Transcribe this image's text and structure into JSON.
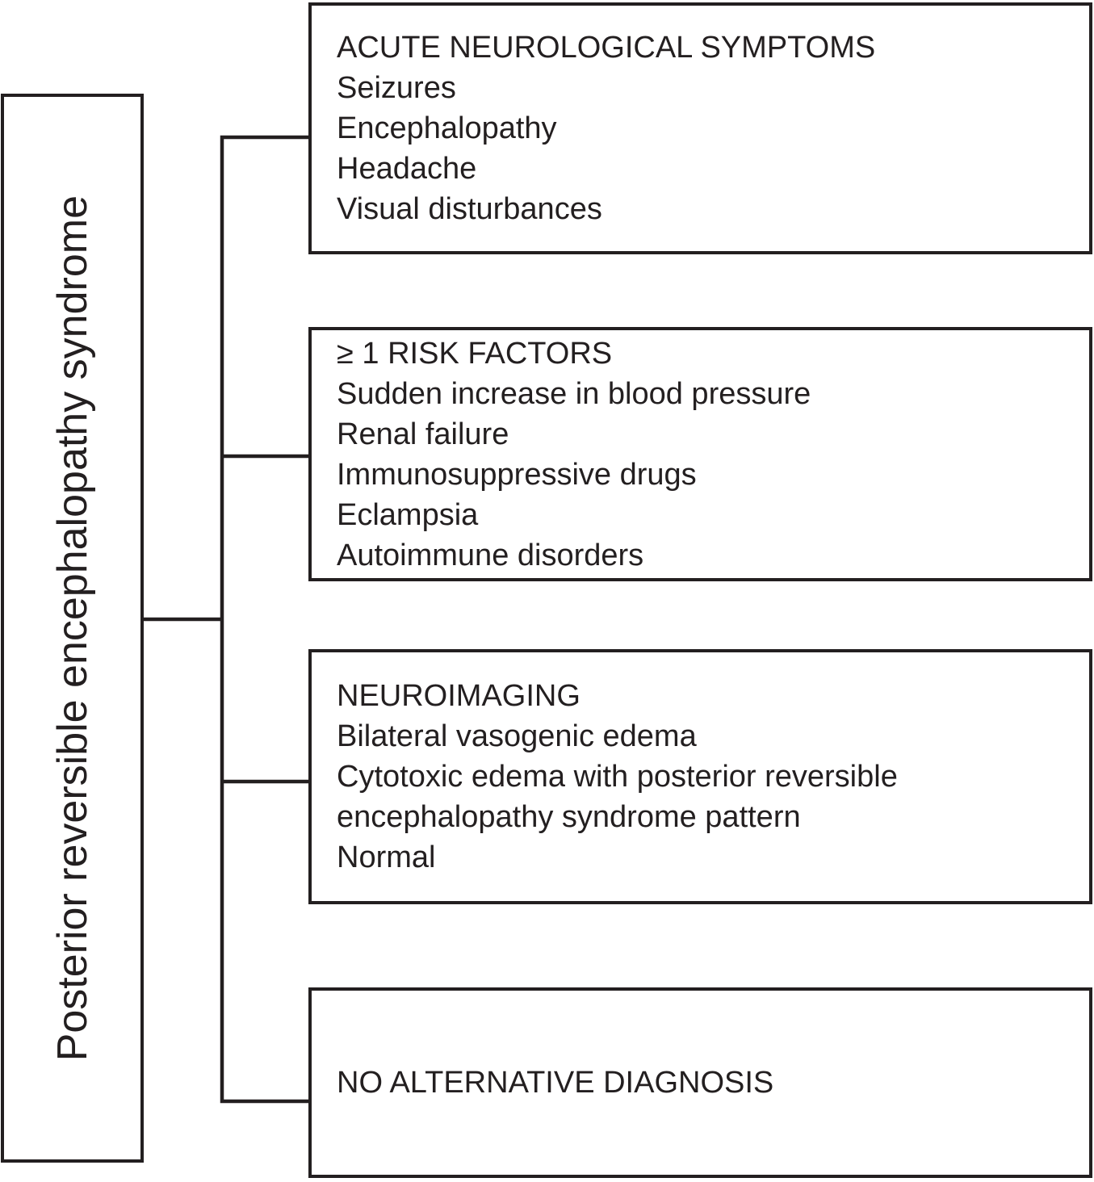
{
  "diagram": {
    "type": "diagnostic-criteria-flowchart",
    "root": {
      "label": "Posterior reversible encephalopathy syndrome"
    },
    "boxes": [
      {
        "title": "ACUTE NEUROLOGICAL SYMPTOMS",
        "items": [
          "Seizures",
          "Encephalopathy",
          "Headache",
          "Visual disturbances"
        ]
      },
      {
        "title": "≥ 1 RISK FACTORS",
        "items": [
          "Sudden increase in blood pressure",
          "Renal failure",
          "Immunosuppressive drugs",
          "Eclampsia",
          "Autoimmune disorders"
        ]
      },
      {
        "title": "NEUROIMAGING",
        "items": [
          "Bilateral vasogenic edema",
          "Cytotoxic edema with posterior reversible encephalopathy syndrome pattern",
          "Normal"
        ]
      },
      {
        "title": "NO ALTERNATIVE DIAGNOSIS",
        "items": []
      }
    ],
    "colors": {
      "line": "#231f20",
      "text": "#231f20",
      "background": "#ffffff"
    }
  }
}
